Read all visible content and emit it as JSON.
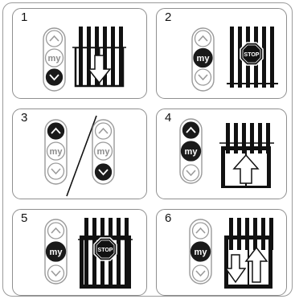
{
  "steps": [
    {
      "number": "1",
      "buttons": {
        "up": "∧",
        "my": "my",
        "down": "∨"
      },
      "action": "down"
    },
    {
      "number": "2",
      "buttons": {
        "up": "∧",
        "my": "my",
        "down": "∨"
      },
      "action": "stop",
      "stop_label": "STOP"
    },
    {
      "number": "3",
      "buttons": {
        "up": "∧",
        "my": "my",
        "down": "∨"
      },
      "buttons_alt": {
        "up": "∧",
        "my": "my",
        "down": "∨"
      },
      "action": "up-or-down"
    },
    {
      "number": "4",
      "buttons": {
        "up": "∧",
        "my": "my",
        "down": "∨"
      },
      "action": "up"
    },
    {
      "number": "5",
      "buttons": {
        "up": "∧",
        "my": "my",
        "down": "∨"
      },
      "action": "stop",
      "stop_label": "STOP"
    },
    {
      "number": "6",
      "buttons": {
        "up": "∧",
        "my": "my",
        "down": "∨"
      },
      "action": "up-down"
    }
  ],
  "colors": {
    "active_button": "#1a1a1a",
    "inactive_button": "#ffffff",
    "outline": "#9a9a9a",
    "shade": "#111111"
  }
}
